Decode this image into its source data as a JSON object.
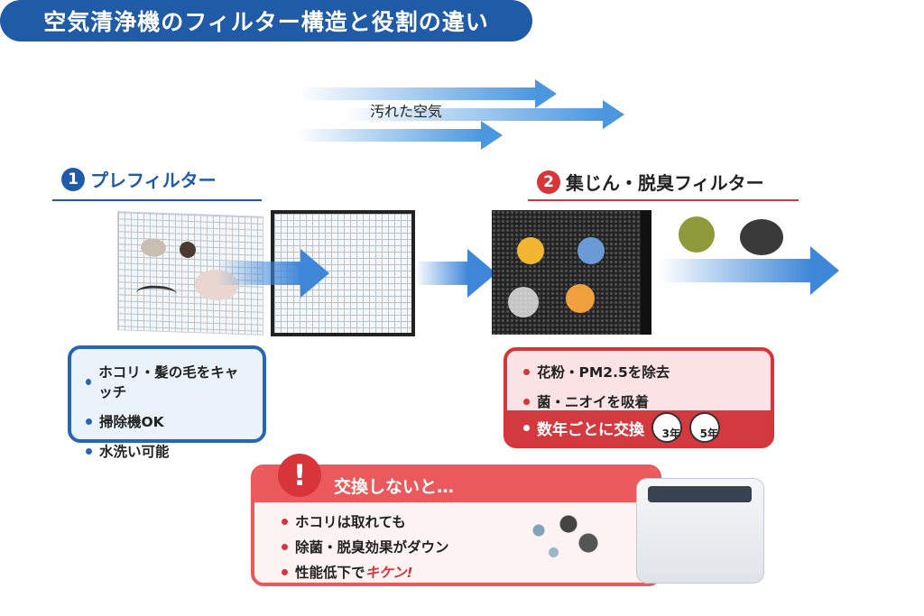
{
  "title": "空気清浄機のフィルター構造と役割の違い",
  "airflow_label": "汚れた空気",
  "prefilter": {
    "number": "1",
    "heading": "プレフィルター",
    "points": [
      "ホコリ・髪の毛をキャッチ",
      "掃除機OK",
      "水洗い可能"
    ]
  },
  "main_filter": {
    "number": "2",
    "heading": "集じん・脱臭フィルター",
    "points": [
      "花粉・PM2.5を除去",
      "菌・ニオイを吸着"
    ],
    "replace": "数年ごとに交換",
    "intervals": [
      "3年",
      "5年"
    ]
  },
  "warning": {
    "icon": "!",
    "heading": "交換しないと…",
    "points": [
      "ホコリは取れても",
      "除菌・脱臭効果がダウン"
    ],
    "last_prefix": "性能低下で",
    "last_emph": "キケン!"
  },
  "colors": {
    "blue": "#1f5ba6",
    "red": "#d8353b"
  }
}
